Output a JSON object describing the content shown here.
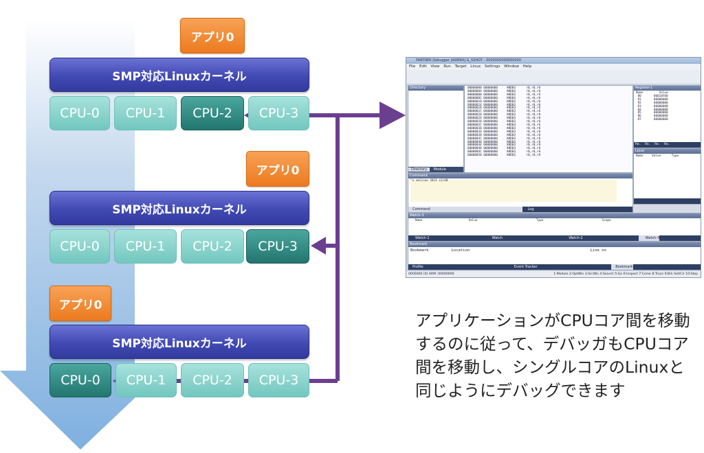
{
  "stages": [
    {
      "app": "アプリ0",
      "kernel": "SMP対応Linuxカーネル",
      "cpus": [
        "CPU-0",
        "CPU-1",
        "CPU-2",
        "CPU-3"
      ],
      "active": 2
    },
    {
      "app": "アプリ0",
      "kernel": "SMP対応Linuxカーネル",
      "cpus": [
        "CPU-0",
        "CPU-1",
        "CPU-2",
        "CPU-3"
      ],
      "active": 3
    },
    {
      "app": "アプリ0",
      "kernel": "SMP対応Linuxカーネル",
      "cpus": [
        "CPU-0",
        "CPU-1",
        "CPU-2",
        "CPU-3"
      ],
      "active": 0
    }
  ],
  "screenshot": {
    "title": "PARTNER Debugger [ARM64] G_SSHOT - 0000000000000000",
    "menu": [
      "File",
      "Edit",
      "View",
      "Run",
      "Target",
      "Linux",
      "Settings",
      "Window",
      "Help"
    ],
    "directory_title": "Directory",
    "directory_tabs": [
      "Directory",
      "Module"
    ],
    "register_title": "Register-1",
    "register_header": [
      "Name",
      "Value"
    ],
    "registers": [
      [
        "R0",
        "00010F00"
      ],
      [
        "R1",
        "00000000"
      ],
      [
        "R2",
        "00000000"
      ],
      [
        "R3",
        "00000000"
      ],
      [
        "R4",
        "00000000"
      ],
      [
        "R5",
        "00000000"
      ],
      [
        "R6",
        "00000000"
      ],
      [
        "R7",
        "00000000"
      ]
    ],
    "register_tabs": [
      "Re..",
      "Re..",
      "Re..",
      "Re.."
    ],
    "local_title": "Local",
    "local_header": [
      "Name",
      "Value",
      "Type"
    ],
    "command_title": "Command",
    "command_lines": [
      "\"n vmlinux 1011 x1/48"
    ],
    "command_tabs": [
      "Command",
      "Log"
    ],
    "watch_title": "Watch-3",
    "watch_header": [
      "Name",
      "Value",
      "Type",
      "Scope"
    ],
    "watch_tabs": [
      "Watch-1",
      "Watch",
      "Watch-2",
      "Watch-3"
    ],
    "bookmark_title": "Bookmark",
    "bookmark_header": [
      "Bookmark",
      "Location",
      "Line no"
    ],
    "bottom_tabs": [
      "Profile",
      "Event Tracker",
      "Bookmark"
    ],
    "status_left": "0000000 [0] ARM :00000000",
    "status_right": "1:Module 2:OptWin 3:SrcWin 4:Search 5:Go 6:Inspect 7:Come 8:Trace 9:Brk Set/Clr 10:Step"
  },
  "description_lines": [
    "アプリケーションがCPUコア間を移動",
    "するのに従って、デバッガもCPUコア",
    "間を移動し、シングルコアのLinuxと",
    "同じようにデバッグできます"
  ]
}
